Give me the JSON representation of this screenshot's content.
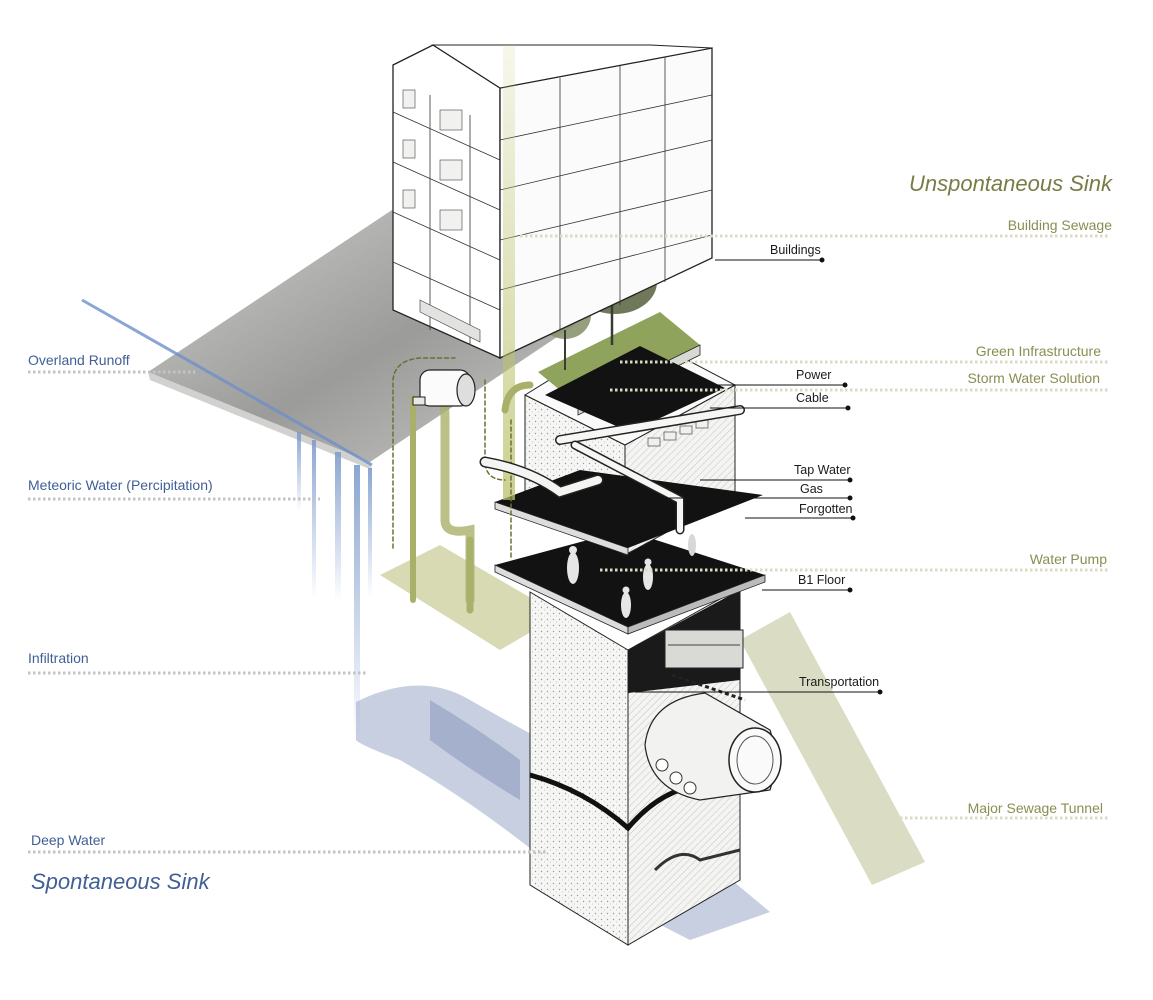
{
  "titles": {
    "unspontaneous": "Unspontaneous Sink",
    "spontaneous": "Spontaneous Sink"
  },
  "left_labels": [
    "Overland Runoff",
    "Meteoric Water (Percipitation)",
    "Infiltration",
    "Deep Water"
  ],
  "right_labels": [
    "Building Sewage",
    "Green Infrastructure",
    "Storm Water Solution",
    "Water Pump",
    "Major Sewage Tunnel"
  ],
  "layer_labels": [
    "Buildings",
    "Power",
    "Cable",
    "Tap Water",
    "Gas",
    "Forgotten",
    "B1 Floor",
    "Transportation"
  ],
  "colors": {
    "green_accent": "#8b8d52",
    "blue_accent": "#3f5f96",
    "slab": "#111111",
    "ground": "#9a9a98"
  }
}
